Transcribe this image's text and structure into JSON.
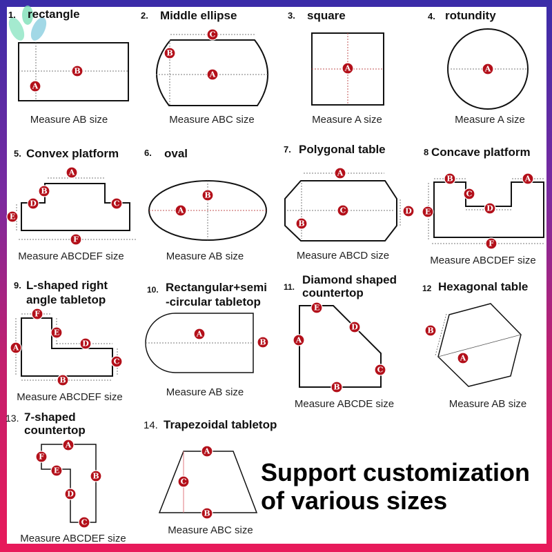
{
  "colors": {
    "frame_top": "#3a2ca8",
    "frame_bottom": "#e81a5a",
    "badge": "#b3101a"
  },
  "logo": {
    "icon": "leaf-sprout-logo"
  },
  "panels": [
    {
      "number": "1.",
      "title": "rectangle",
      "caption": "Measure AB size",
      "labels": [
        "A",
        "B"
      ]
    },
    {
      "number": "2.",
      "title": "Middle ellipse",
      "caption": "Measure ABC size",
      "labels": [
        "A",
        "B",
        "C"
      ]
    },
    {
      "number": "3.",
      "title": "square",
      "caption": "Measure A size",
      "labels": [
        "A"
      ]
    },
    {
      "number": "4.",
      "title": "rotundity",
      "caption": "Measure A size",
      "labels": [
        "A"
      ]
    },
    {
      "number": "5.",
      "title": "Convex platform",
      "caption": "Measure ABCDEF size",
      "labels": [
        "A",
        "B",
        "C",
        "D",
        "E",
        "F"
      ]
    },
    {
      "number": "6.",
      "title": "oval",
      "caption": "Measure AB size",
      "labels": [
        "A",
        "B"
      ]
    },
    {
      "number": "7.",
      "title": "Polygonal table",
      "caption": "Measure ABCD size",
      "labels": [
        "A",
        "B",
        "C",
        "D"
      ]
    },
    {
      "number": "8",
      "title": "Concave platform",
      "caption": "Measure ABCDEF size",
      "labels": [
        "A",
        "B",
        "C",
        "D",
        "E",
        "F"
      ]
    },
    {
      "number": "9.",
      "title_lines": [
        "L-shaped right",
        "angle tabletop"
      ],
      "caption": "Measure ABCDEF size",
      "labels": [
        "A",
        "B",
        "C",
        "D",
        "E",
        "F"
      ]
    },
    {
      "number": "10.",
      "title_lines": [
        "Rectangular+semi",
        "-circular tabletop"
      ],
      "caption": "Measure AB size",
      "labels": [
        "A",
        "B"
      ]
    },
    {
      "number": "11.",
      "title_lines": [
        "Diamond shaped",
        "countertop"
      ],
      "caption": "Measure ABCDE size",
      "labels": [
        "A",
        "B",
        "C",
        "D",
        "E"
      ]
    },
    {
      "number": "12",
      "title": "Hexagonal table",
      "caption": "Measure AB size",
      "labels": [
        "A",
        "B"
      ]
    },
    {
      "number": "13.",
      "title_lines": [
        "7-shaped",
        "countertop"
      ],
      "caption": "Measure ABCDEF size",
      "labels": [
        "A",
        "B",
        "C",
        "D",
        "E",
        "F"
      ]
    },
    {
      "number": "14.",
      "title": "Trapezoidal tabletop",
      "caption": "Measure ABC size",
      "labels": [
        "A",
        "B",
        "C"
      ]
    }
  ],
  "slogan": {
    "line1": "Support customization",
    "line2": "of various sizes"
  }
}
